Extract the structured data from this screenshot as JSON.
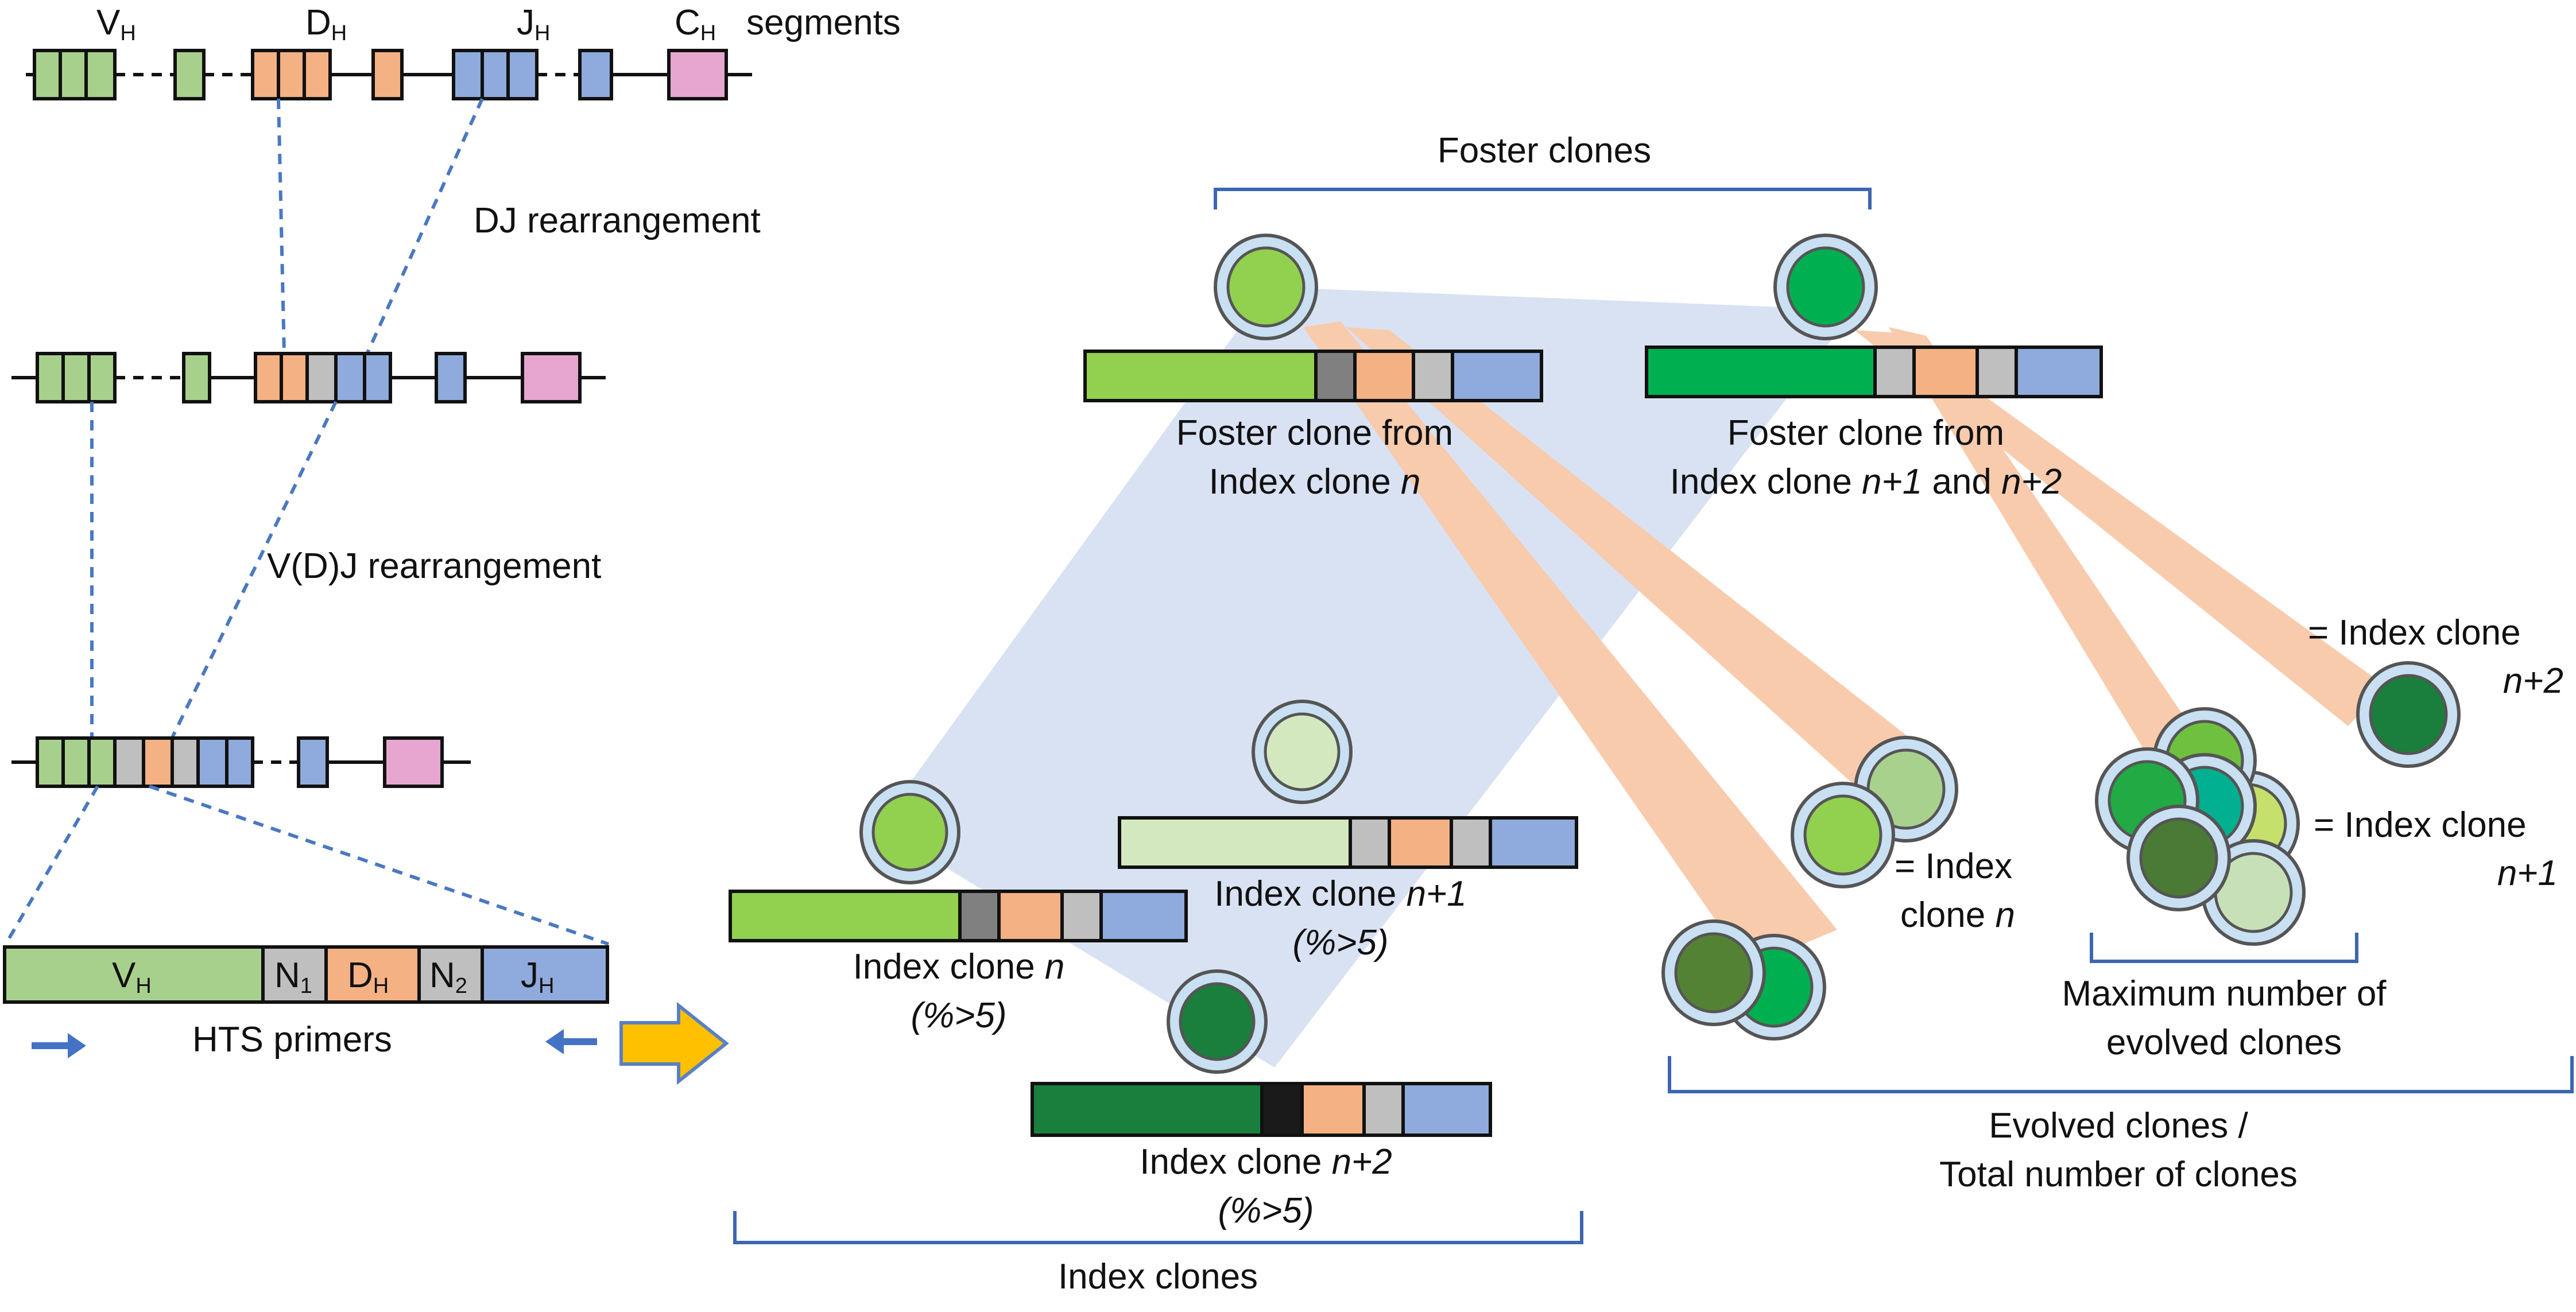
{
  "colors": {
    "v": "#a8d08d",
    "d": "#f4b183",
    "j": "#8faadc",
    "c": "#e6a6cf",
    "n": "#bfbfbf",
    "arrow_yellow": "#ffc000",
    "primer_blue": "#4472c4",
    "foster_fan": "#d9e2f3",
    "evolve_fan": "#f8cbad",
    "bracket": "#3c66b0"
  },
  "germline": {
    "segment_letters": [
      "V",
      "D",
      "J",
      "C"
    ],
    "subscript": "H",
    "segments_label": "segments",
    "dj_label": "DJ rearrangement",
    "vdj_label": "V(D)J rearrangement"
  },
  "vdj_construct": {
    "parts": [
      {
        "letter": "V",
        "sub": "H"
      },
      {
        "letter": "N",
        "sub": "1"
      },
      {
        "letter": "D",
        "sub": "H"
      },
      {
        "letter": "N",
        "sub": "2"
      },
      {
        "letter": "J",
        "sub": "H"
      }
    ],
    "primers_label": "HTS primers"
  },
  "foster": {
    "header": "Foster clones",
    "clone_a_line1": "Foster clone from",
    "clone_a_line2": "Index clone ",
    "clone_a_var": "n",
    "clone_b_line1": "Foster clone from",
    "clone_b_line2": "Index clone ",
    "clone_b_var1": "n+1",
    "clone_b_and": " and ",
    "clone_b_var2": "n+2"
  },
  "index": {
    "header": "Index clones",
    "clone_n_prefix": "Index clone ",
    "clone_n_var": "n",
    "clone_n_pct": "(%>5)",
    "clone_n1_prefix": "Index clone ",
    "clone_n1_var": "n+1",
    "clone_n1_pct": "(%>5)",
    "clone_n2_prefix": "Index clone ",
    "clone_n2_var": "n+2",
    "clone_n2_pct": "(%>5)"
  },
  "evolved": {
    "eq_n_line1": "= Index",
    "eq_n_line2_prefix": "clone ",
    "eq_n_var": "n",
    "eq_n1_line1": "= Index clone",
    "eq_n1_var": "n+1",
    "eq_n2_line1": "= Index clone",
    "eq_n2_var": "n+2",
    "max_line1": "Maximum number of",
    "max_line2": "evolved clones",
    "ratio_line1": "Evolved clones /",
    "ratio_line2": "Total number of clones"
  }
}
